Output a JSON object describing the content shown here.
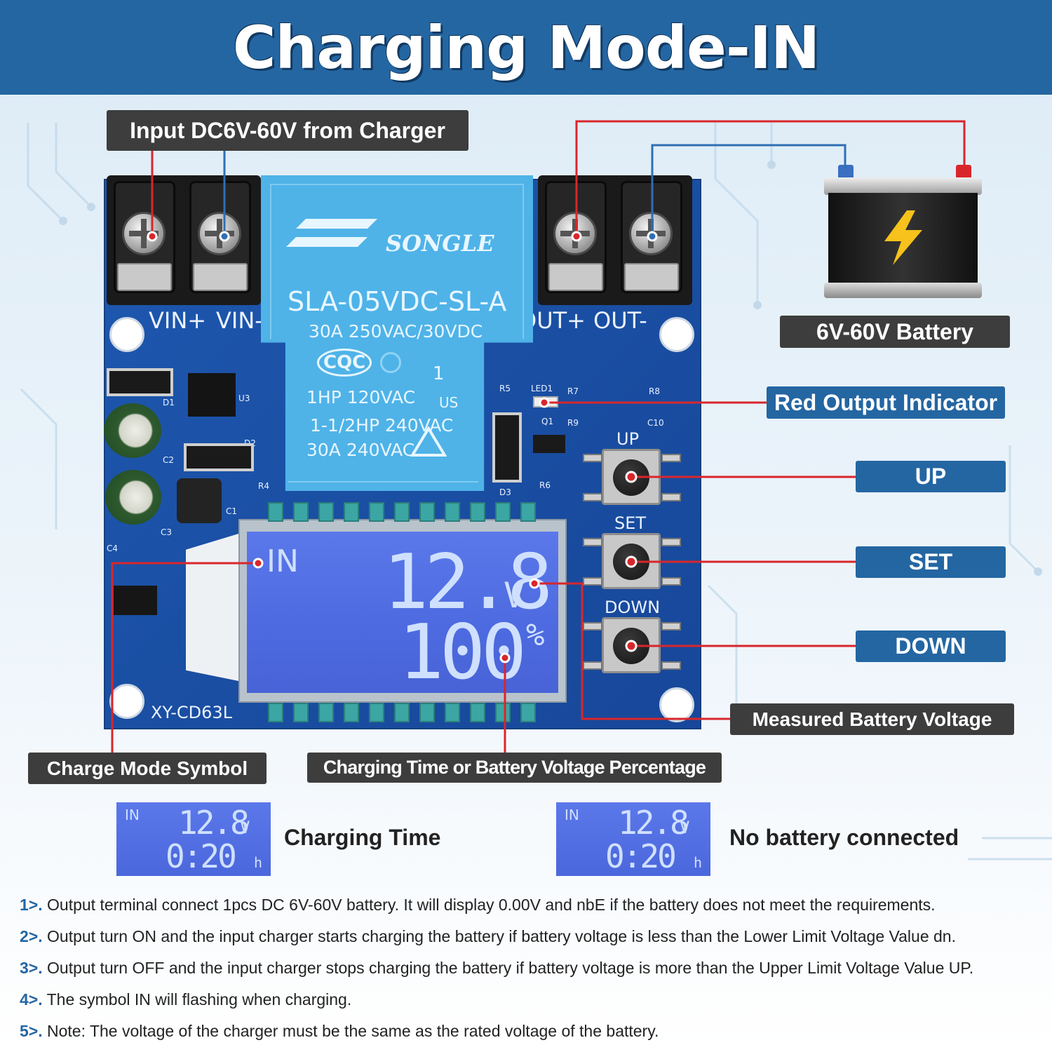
{
  "title": "Charging Mode-IN",
  "labels": {
    "input": "Input DC6V-60V from Charger",
    "battery": "6V-60V Battery",
    "red_output": "Red Output Indicator",
    "up": "UP",
    "set": "SET",
    "down": "DOWN",
    "measured": "Measured Battery Voltage",
    "charge_mode": "Charge Mode Symbol",
    "charging_time_pct": "Charging Time or Battery Voltage Percentage"
  },
  "pcb": {
    "vin_plus": "VIN+",
    "vin_minus": "VIN-",
    "out_plus": "OUT+",
    "out_minus": "OUT-",
    "model": "XY-CD63L",
    "btn_up": "UP",
    "btn_set": "SET",
    "btn_down": "DOWN",
    "silk": [
      "R5",
      "LED1",
      "R7",
      "R8",
      "R9",
      "C10",
      "Q1",
      "R6",
      "D3",
      "D1",
      "U3",
      "D2",
      "C2",
      "R4",
      "C1",
      "C3",
      "C4"
    ]
  },
  "relay": {
    "brand": "SONGLE",
    "model": "SLA-05VDC-SL-A",
    "line1": "30A  250VAC/30VDC",
    "cqc": "CQC",
    "one": "1",
    "line2": "1HP 120VAC",
    "line3": "1-1/2HP 240VAC",
    "line4": "30A  240VAC",
    "us": "US"
  },
  "lcd": {
    "mode": "IN",
    "voltage": "12.8",
    "voltage_unit": "V",
    "percent": "100",
    "percent_unit": "%"
  },
  "examples": [
    {
      "mode": "IN",
      "voltage": "12.8",
      "v_unit": "V",
      "time": "0:20",
      "t_unit": "h",
      "caption": "Charging Time"
    },
    {
      "mode": "IN",
      "voltage": "12.8",
      "v_unit": "V",
      "time": "0:20",
      "t_unit": "h",
      "caption": "No battery connected"
    }
  ],
  "notes": [
    {
      "num": "1>.",
      "text": " Output terminal connect 1pcs DC 6V-60V battery. It will display 0.00V and nbE if the battery does not meet the requirements."
    },
    {
      "num": "2>.",
      "text": " Output turn ON and the input charger starts charging the battery if battery voltage is less than the Lower Limit Voltage Value dn."
    },
    {
      "num": "3>.",
      "text": " Output turn OFF and the input charger stops charging the battery if battery voltage is more than the Upper Limit Voltage Value UP."
    },
    {
      "num": "4>.",
      "text": " The symbol IN will flashing when charging."
    },
    {
      "num": "5>.",
      "text": " Note: The voltage of the charger must be the same as the rated voltage of the battery."
    }
  ],
  "colors": {
    "banner": "#2466a2",
    "label_dark": "#3d3d3d",
    "label_blue": "#2466a2",
    "pcb": "#1a4fa3",
    "lcd": "#4f6ce2",
    "wire_red": "#d9262b",
    "wire_blue": "#2f6fb3"
  }
}
